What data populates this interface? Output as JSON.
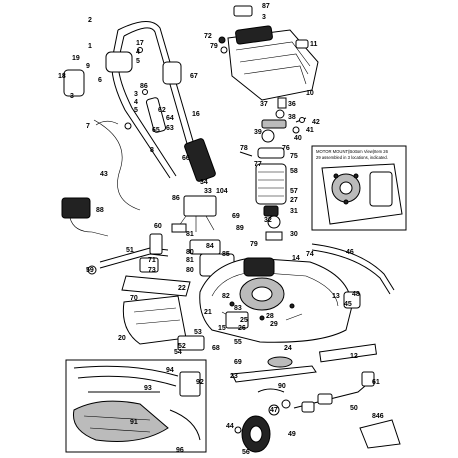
{
  "labels": {
    "l87": "87",
    "l3a": "3",
    "l72": "72",
    "l79": "79",
    "l11": "11",
    "l2": "2",
    "l1": "1",
    "l17": "17",
    "l4a": "4",
    "l5a": "5",
    "l19": "19",
    "l9": "9",
    "l18": "18",
    "l3b": "3",
    "l6": "6",
    "l67": "67",
    "l10": "10",
    "l86a": "86",
    "l3c": "3",
    "l4b": "4",
    "l5b": "5",
    "l37": "37",
    "l36": "36",
    "l38": "38",
    "l42a": "42",
    "l7": "7",
    "l64": "64",
    "l16": "16",
    "l63": "63",
    "l65": "65",
    "l62": "62",
    "l41": "41",
    "l40": "40",
    "l39": "39",
    "l76": "76",
    "l8": "8",
    "l66": "66",
    "l75": "75",
    "l78": "78",
    "l77": "77",
    "l58": "58",
    "l57": "57",
    "l43": "43",
    "l34": "34",
    "l33": "33",
    "l104": "104",
    "l86b": "86",
    "l88": "88",
    "l27": "27",
    "l69": "69",
    "l31": "31",
    "l32": "32",
    "l89": "89",
    "l60": "60",
    "l81a": "81",
    "l30": "30",
    "l79b": "79",
    "l51": "51",
    "l84": "84",
    "l85": "85",
    "l80a": "80",
    "l81b": "81",
    "l80b": "80",
    "l46": "46",
    "l59": "59",
    "l71": "71",
    "l73": "73",
    "l74": "74",
    "l14": "14",
    "l22": "22",
    "l82": "82",
    "l13": "13",
    "l70": "70",
    "l83": "83",
    "l21": "21",
    "l48": "48",
    "l45": "45",
    "l28": "28",
    "l29": "29",
    "l25": "25",
    "l26": "26",
    "l15": "15",
    "l20": "20",
    "l53": "53",
    "l52": "52",
    "l54": "54",
    "l68": "68",
    "l55": "55",
    "l69b": "69",
    "l24": "24",
    "l12": "12",
    "l94": "94",
    "l93": "93",
    "l92": "92",
    "l23": "23",
    "l90": "90",
    "l61": "61",
    "l50": "50",
    "l91": "91",
    "l47": "47",
    "l49": "49",
    "l44": "44",
    "l56": "56",
    "l96": "96",
    "l846": "846"
  },
  "motor_mount": {
    "title": "MOTOR MOUNT",
    "view": "(Bottom View)",
    "item": "Item 26",
    "note": "29 assembled in 3 locations, indicated."
  }
}
